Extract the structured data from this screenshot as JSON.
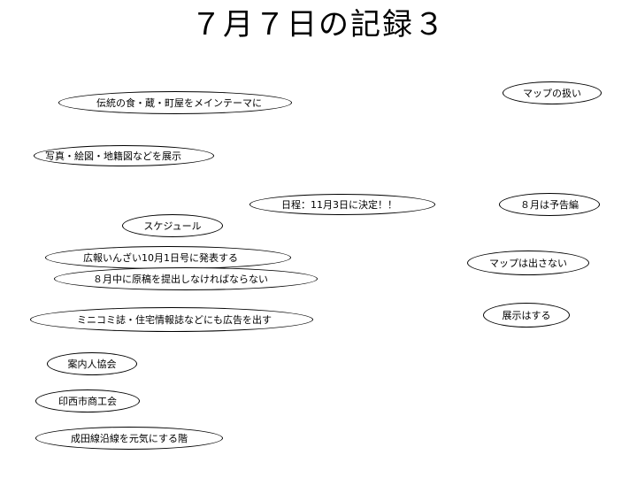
{
  "slide": {
    "title": "７月７日の記録３"
  },
  "nodes": {
    "main_theme": "伝統の食・蔵・町屋をメインテーマに",
    "exhibit_materials": "写真・絵図・地籍図などを展示",
    "schedule_decided": "日程：11月3日に決定！！",
    "schedule": "スケジュール",
    "pr_nov1": "広報いんざい10月1日号に発表する",
    "manuscript_aug": "８月中に原稿を提出しなければならない",
    "local_ads": "ミニコミ誌・住宅情報誌などにも広告を出す",
    "guides_assoc": "案内人協会",
    "inzai_commerce": "印西市商工会",
    "narita_line": "成田線沿線を元気にする階",
    "map_handling": "マップの扱い",
    "aug_preview": "８月は予告編",
    "no_map": "マップは出さない",
    "do_exhibit": "展示はする"
  }
}
